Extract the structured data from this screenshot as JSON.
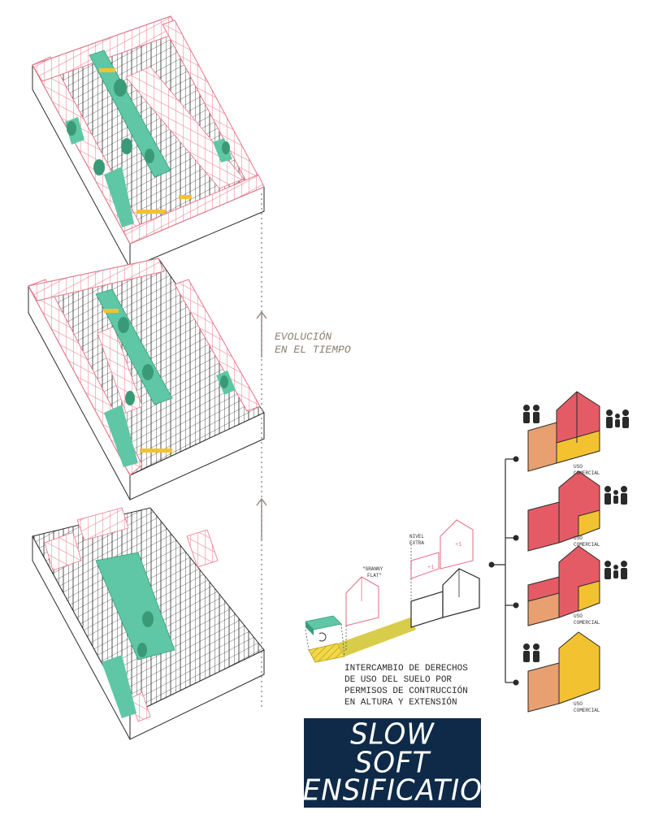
{
  "labels": {
    "timeline": [
      "EVOLUCIÓN",
      "EN EL TIEMPO"
    ],
    "granny_flat": [
      "\"GRANNY",
      "FLAT\""
    ],
    "extra_level": [
      "NIVEL",
      "EXTRA"
    ],
    "plus_one_a": "+1",
    "plus_one_b": "+1",
    "exchange": [
      "INTERCAMBIO DE DERECHOS",
      "DE USO DEL SUELO POR",
      "PERMISOS DE CONTRUCCIÓN",
      "EN ALTURA Y EXTENSIÓN"
    ],
    "commercial_use": [
      "USO",
      "COMERCIAL"
    ]
  },
  "title": [
    "SLOW",
    "SOFT",
    "DENSIFICATION"
  ],
  "colors": {
    "outline_pink": "#e8768a",
    "outline_dark": "#2a2a2a",
    "green": "#5fc7a5",
    "green_tree": "#3a9a78",
    "yellow": "#f2c230",
    "olive": "#d8cd4a",
    "orange": "#e8a070",
    "red": "#e45b66",
    "title_bg": "#0e2a48",
    "gray_text": "#8a8070"
  }
}
